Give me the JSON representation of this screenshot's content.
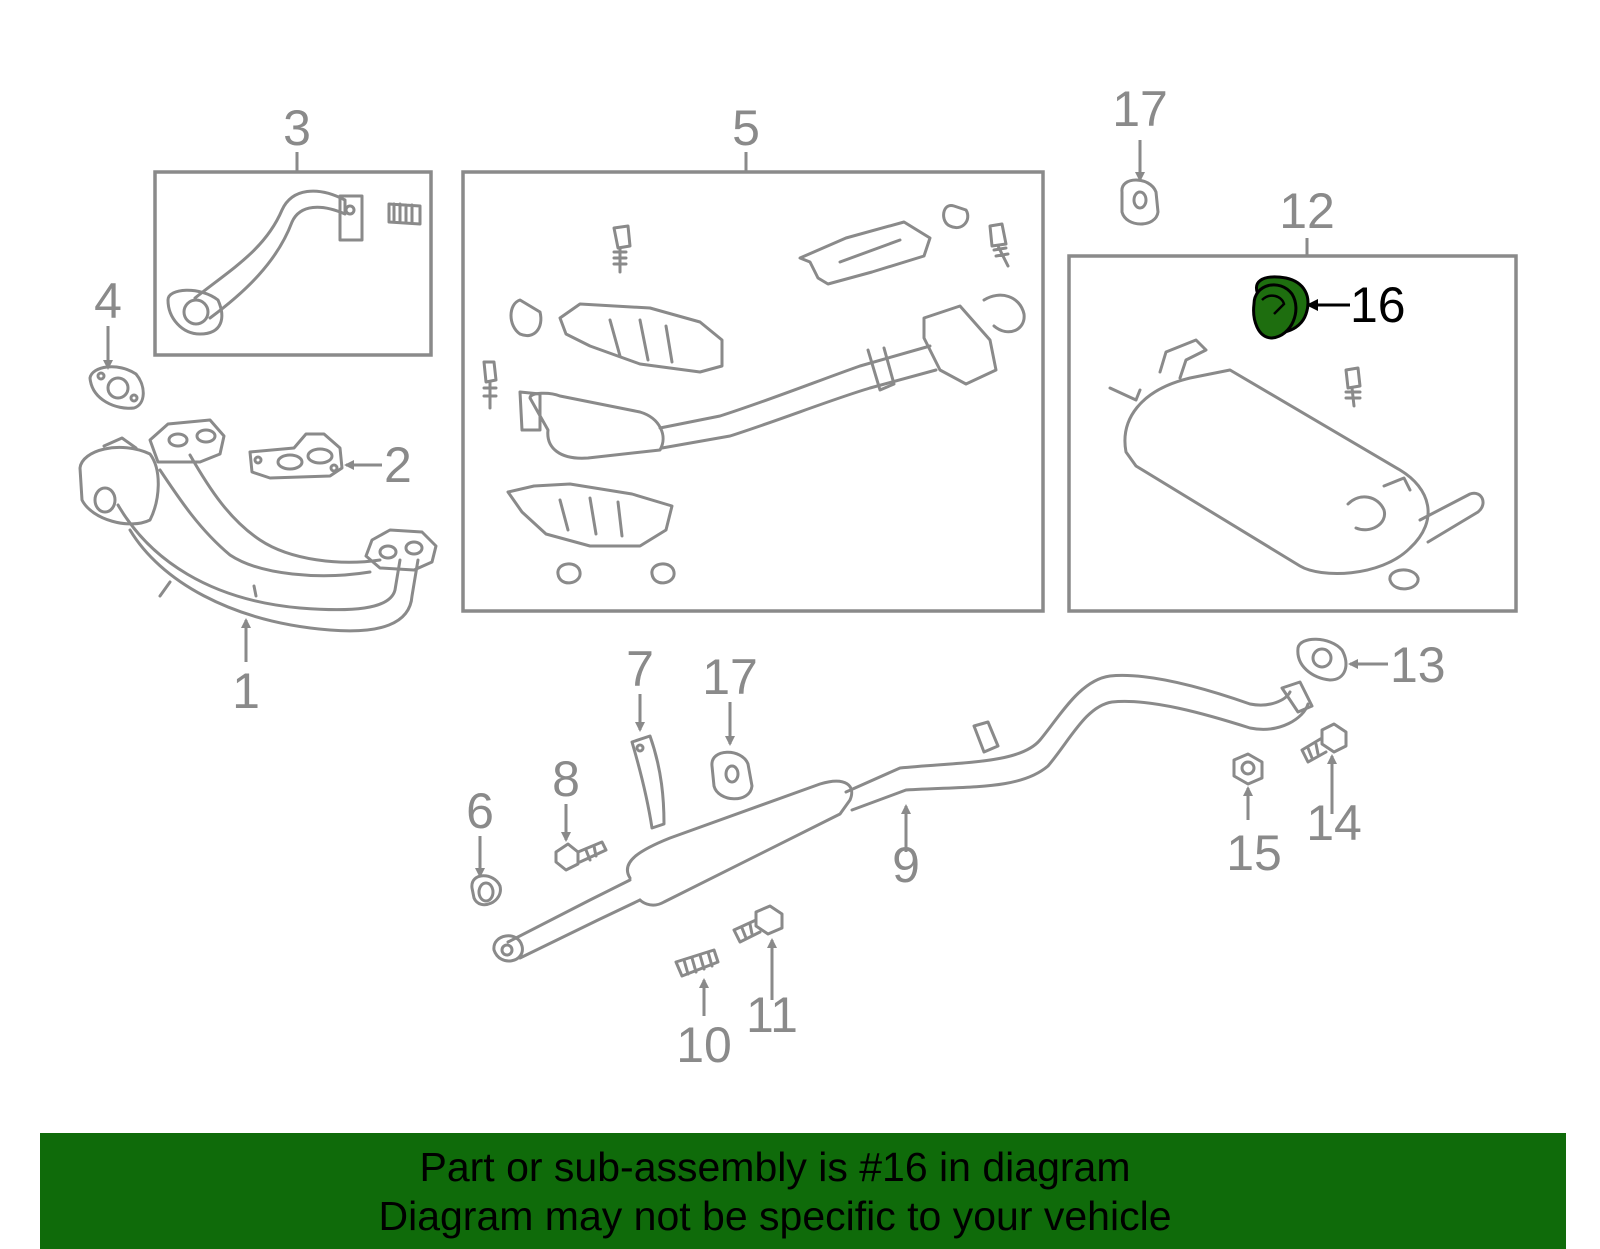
{
  "diagram": {
    "colors": {
      "line": "#8a8a8a",
      "highlight": "#1e6e0f",
      "highlight_label": "#000000"
    },
    "labels": {
      "p1": "1",
      "p2": "2",
      "p3": "3",
      "p4": "4",
      "p5": "5",
      "p6": "6",
      "p7": "7",
      "p8": "8",
      "p9": "9",
      "p10": "10",
      "p11": "11",
      "p12": "12",
      "p13": "13",
      "p14": "14",
      "p15": "15",
      "p16": "16",
      "p17_top": "17",
      "p17_mid": "17"
    },
    "highlighted_part": "16"
  },
  "banner": {
    "line1": "Part or sub-assembly is #16 in diagram",
    "line2": "Diagram may not be specific to your vehicle",
    "background": "#0f6b0a"
  }
}
